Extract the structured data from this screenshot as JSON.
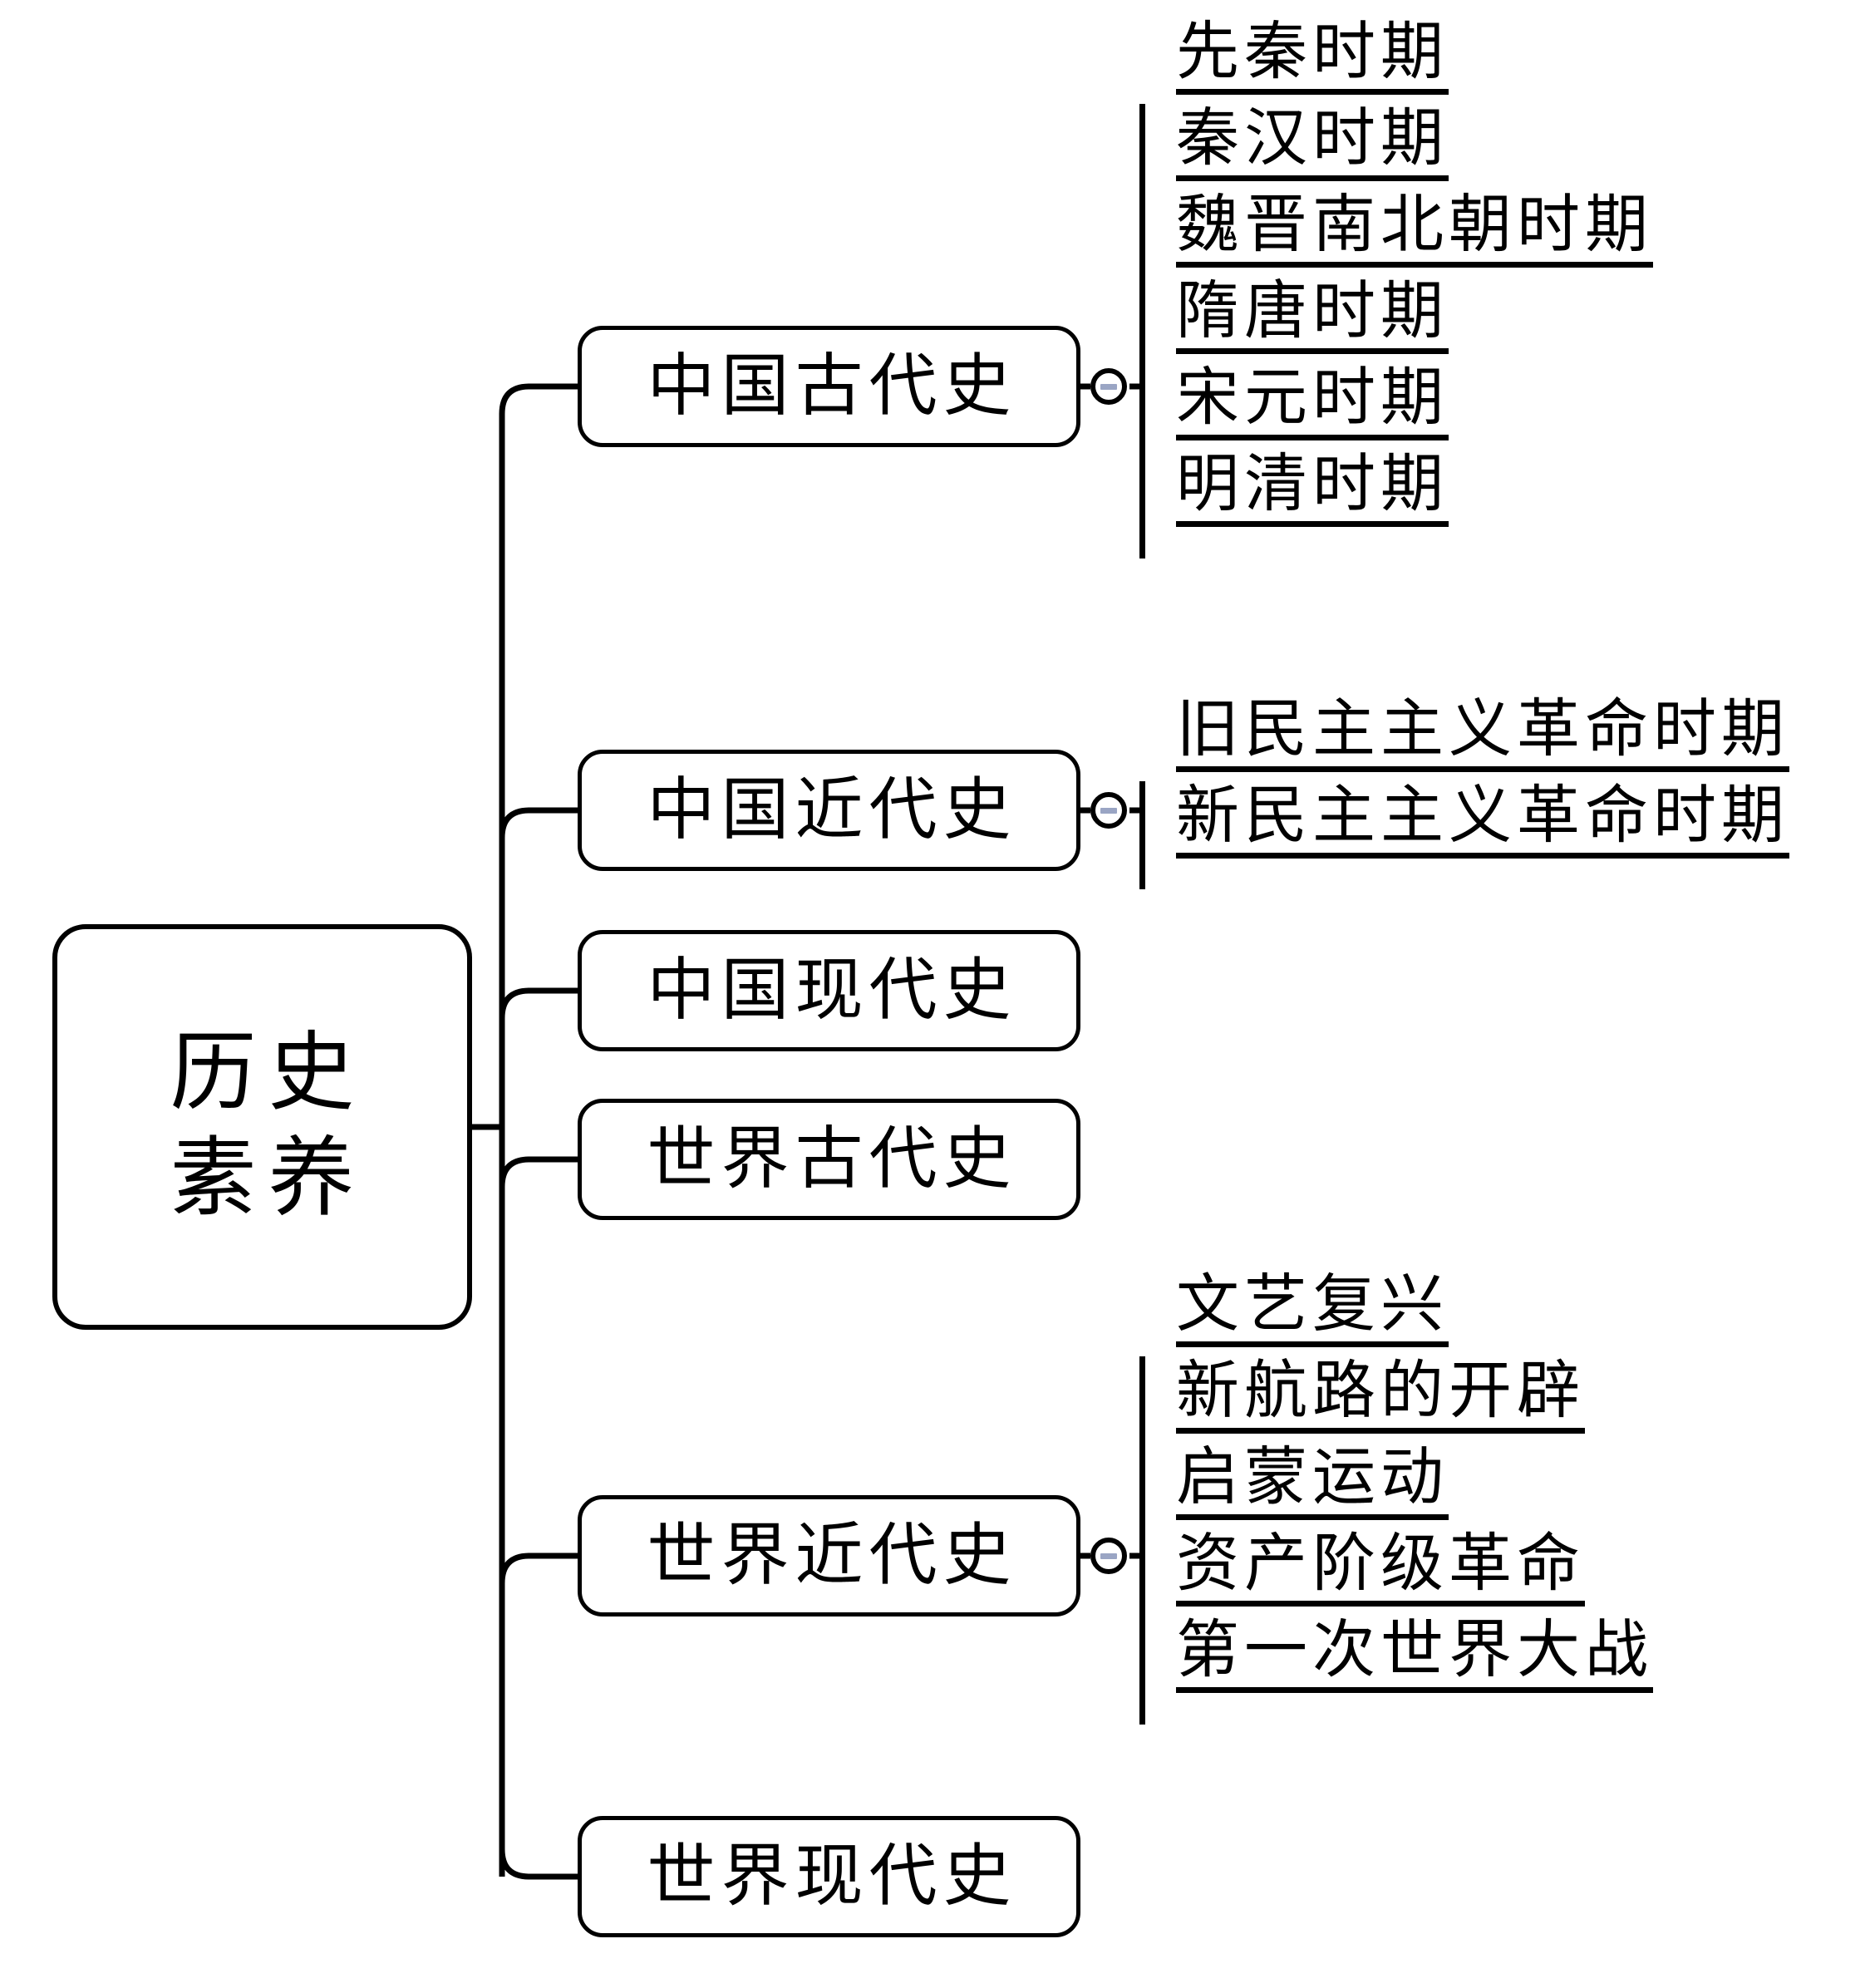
{
  "diagram": {
    "type": "mind-map",
    "title": "历史素养",
    "orientation": "left-to-right",
    "background_color": "#ffffff",
    "line_color": "#000000",
    "toggle_bar_color": "#9aa5c4"
  },
  "root": {
    "label": "历史\n素养",
    "line1": "历史",
    "line2": "素养"
  },
  "branches": [
    {
      "id": "china-ancient",
      "label": "中国古代史",
      "toggle": {
        "icon": "minus-icon",
        "state": "expanded"
      },
      "children": [
        {
          "label": "先秦时期"
        },
        {
          "label": "秦汉时期"
        },
        {
          "label": "魏晋南北朝时期"
        },
        {
          "label": "隋唐时期"
        },
        {
          "label": "宋元时期"
        },
        {
          "label": "明清时期"
        }
      ]
    },
    {
      "id": "china-modern",
      "label": "中国近代史",
      "toggle": {
        "icon": "minus-icon",
        "state": "expanded"
      },
      "children": [
        {
          "label": "旧民主主义革命时期"
        },
        {
          "label": "新民主主义革命时期"
        }
      ]
    },
    {
      "id": "china-contemporary",
      "label": "中国现代史",
      "toggle": null,
      "children": []
    },
    {
      "id": "world-ancient",
      "label": "世界古代史",
      "toggle": null,
      "children": []
    },
    {
      "id": "world-modern",
      "label": "世界近代史",
      "toggle": {
        "icon": "minus-icon",
        "state": "expanded"
      },
      "children": [
        {
          "label": "文艺复兴"
        },
        {
          "label": "新航路的开辟"
        },
        {
          "label": "启蒙运动"
        },
        {
          "label": "资产阶级革命"
        },
        {
          "label": "第一次世界大战"
        }
      ]
    },
    {
      "id": "world-contemporary",
      "label": "世界现代史",
      "toggle": null,
      "children": []
    }
  ]
}
